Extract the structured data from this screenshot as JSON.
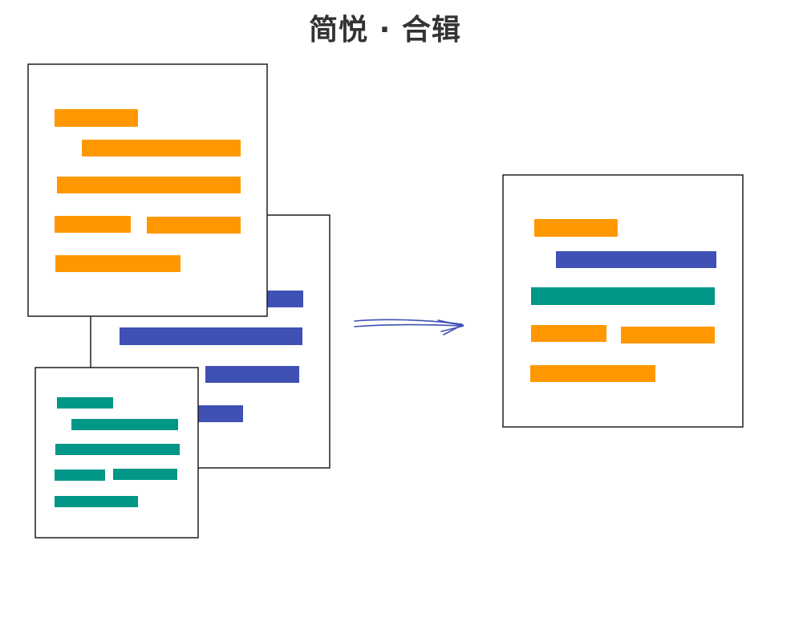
{
  "title": "简悦 · 合辑",
  "colors": {
    "orange": "#FF9800",
    "blue": "#3F51B5",
    "teal": "#009688",
    "frame": "#1e1e1e",
    "arrow": "#3F51B5"
  },
  "diagram": {
    "inputs": [
      {
        "id": "blue-page",
        "color": "blue"
      },
      {
        "id": "orange-page",
        "color": "orange"
      },
      {
        "id": "teal-page",
        "color": "teal"
      }
    ],
    "connector": "arrow",
    "output": {
      "id": "merged-page",
      "colors": [
        "orange",
        "blue",
        "teal",
        "orange",
        "orange"
      ]
    }
  }
}
